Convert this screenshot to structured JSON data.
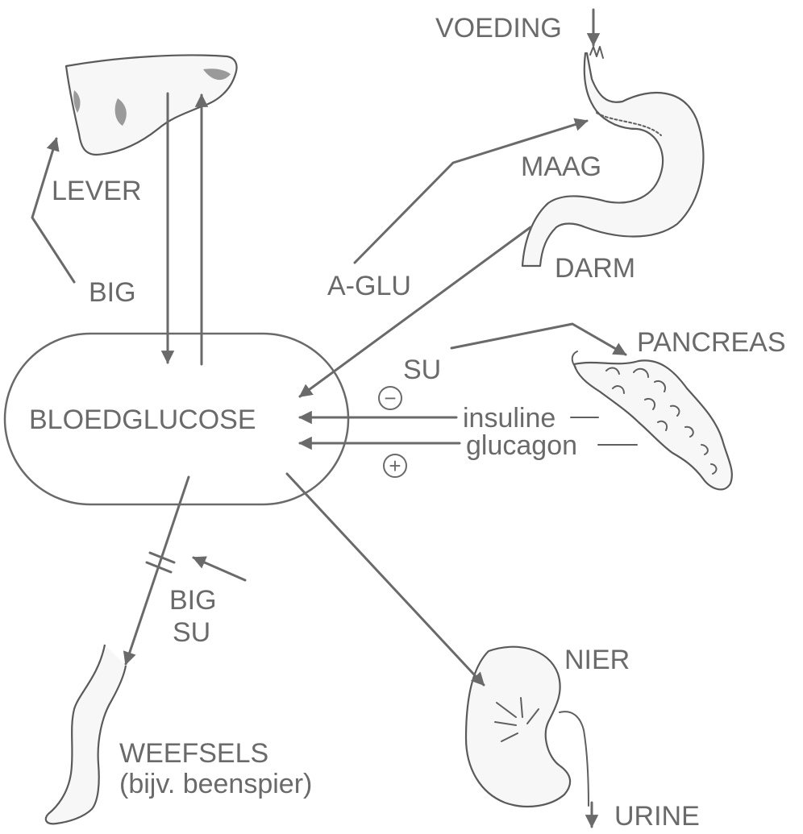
{
  "labels": {
    "voeding": "VOEDING",
    "lever": "LEVER",
    "maag": "MAAG",
    "darm": "DARM",
    "big_liver": "BIG",
    "a_glu": "A-GLU",
    "pancreas": "PANCREAS",
    "su_pancreas": "SU",
    "bloedglucose": "BLOEDGLUCOSE",
    "insuline": "insuline",
    "glucagon": "glucagon",
    "minus": "−",
    "plus": "+",
    "big_tissue": "BIG",
    "su_tissue": "SU",
    "nier": "NIER",
    "weefsels": "WEEFSELS",
    "weefsels_sub": "(bijv. beenspier)",
    "urine": "URINE"
  }
}
